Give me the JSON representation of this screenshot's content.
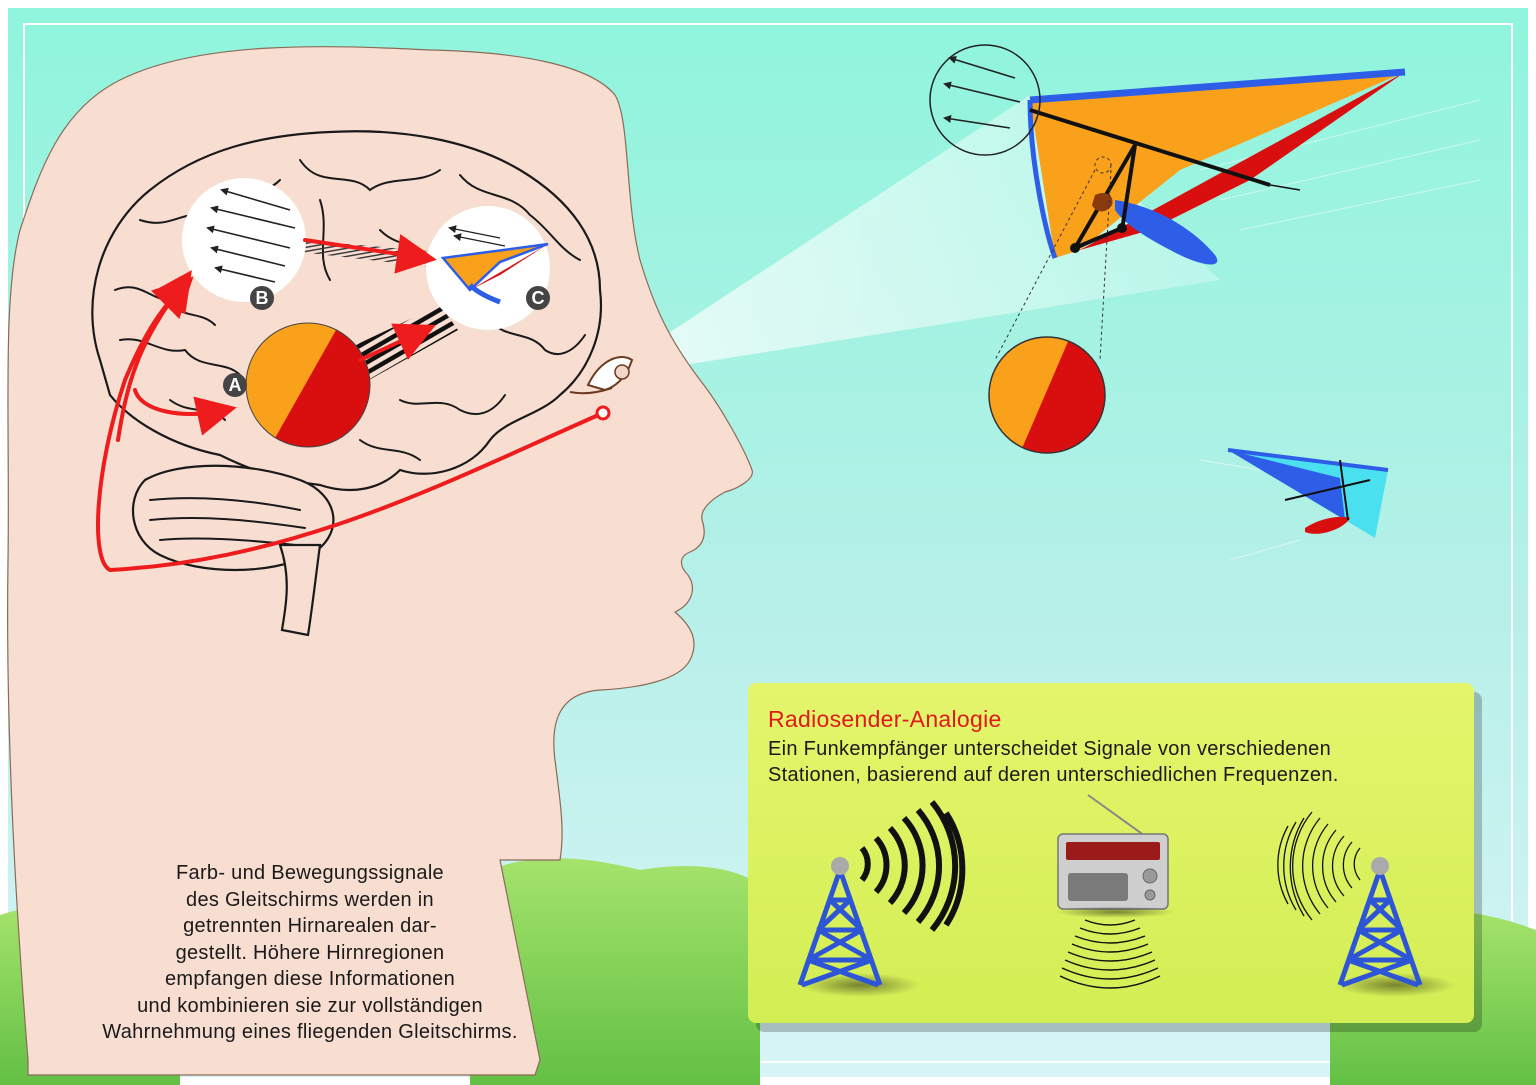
{
  "markers": {
    "a": "A",
    "b": "B",
    "c": "C"
  },
  "caption": {
    "lines": [
      "Farb- und Bewegungssignale",
      "des Gleitschirms werden in",
      "getrennten Hirnarealen dar-",
      "gestellt. Höhere Hirnregionen",
      "empfangen diese Informationen",
      "und kombinieren sie zur vollständigen",
      "Wahrnehmung eines fliegenden Gleitschirms."
    ]
  },
  "analogy": {
    "title": "Radiosender-Analogie",
    "lines": [
      "Ein Funkempfänger unterscheidet Signale von verschiedenen",
      "Stationen, basierend auf deren unterschiedlichen Frequenzen."
    ]
  },
  "colors": {
    "sky_top": "#8ff5dc",
    "sky_bottom": "#d8f4f6",
    "head": "#f8ddd1",
    "grass": "#7fd157",
    "panel": "#dff261",
    "panel_title": "#e0191c",
    "signal_arrow": "#ee1c1c",
    "color_orange": "#f9a11b",
    "color_red": "#d90f0f",
    "glider_blue": "#2e5ee8",
    "tower_blue": "#2d55d6"
  }
}
